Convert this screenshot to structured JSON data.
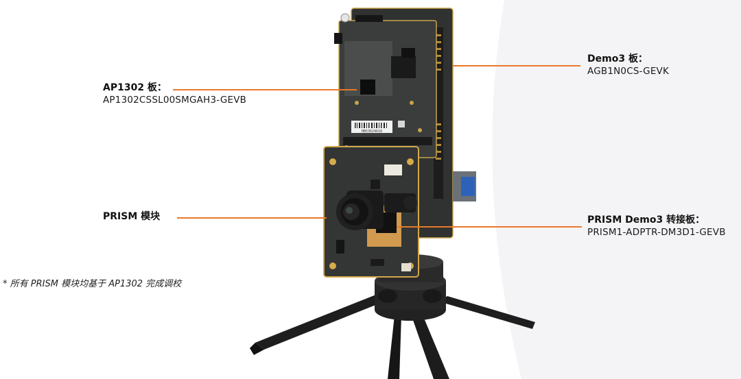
{
  "callouts": {
    "demo3": {
      "title": "Demo3 板：",
      "part": "AGB1N0CS-GEVK"
    },
    "ap1302": {
      "title": "AP1302 板：",
      "part": "AP1302CSSL00SMGAH3-GEVB"
    },
    "prism_module": {
      "title": "PRISM 模块"
    },
    "adapter": {
      "title": "PRISM Demo3 转接板：",
      "part": "PRISM1-ADPTR-DM3D1-GEVB"
    }
  },
  "footnote": "* 所有 PRISM 模块均基于 AP1302 完成调校",
  "product_labels": {
    "barcode_text": "HB53624018"
  },
  "colors": {
    "leader_line": "#e8792a",
    "pcb": "#2b2e2c",
    "background_curve": "#f4f4f6"
  }
}
